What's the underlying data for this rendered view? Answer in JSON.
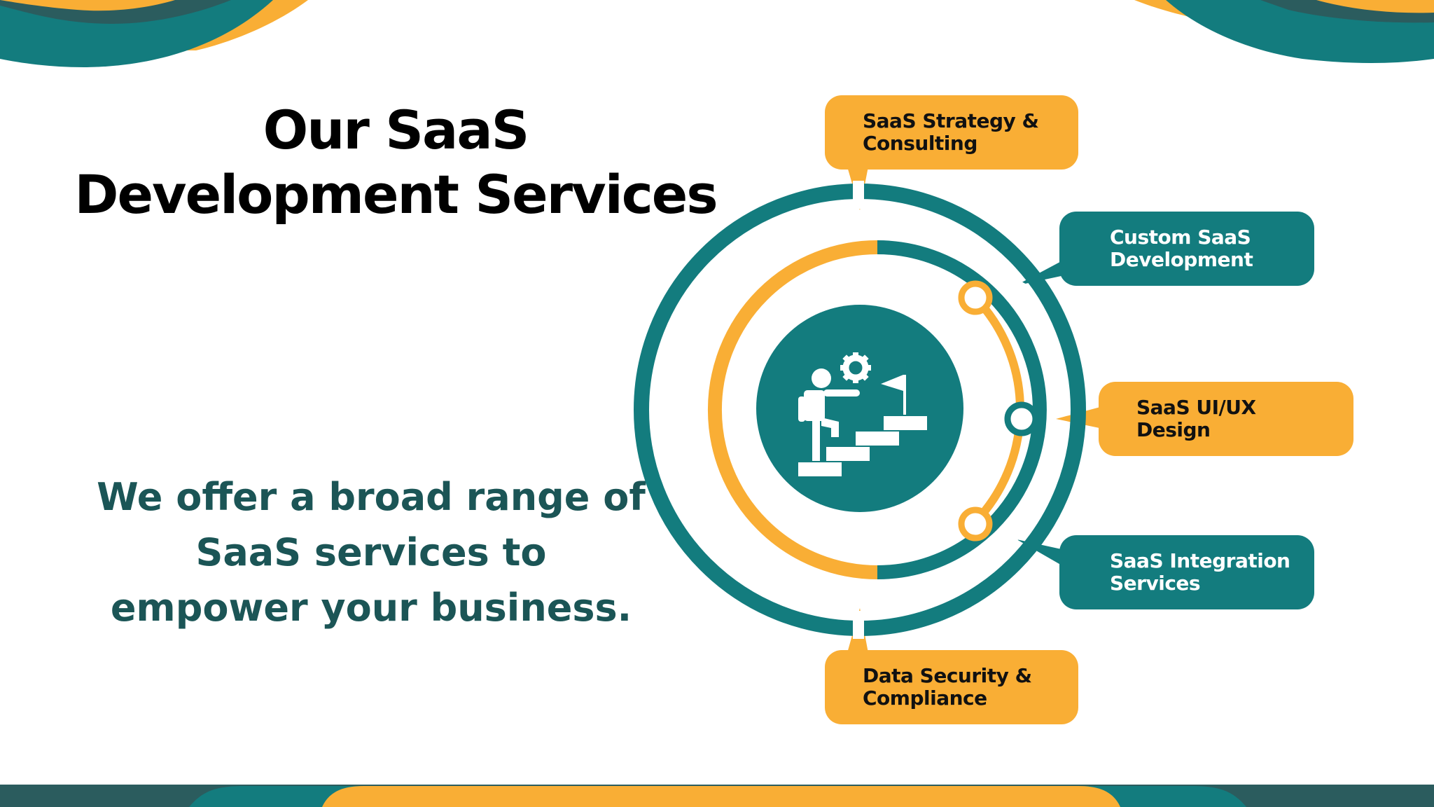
{
  "title": {
    "line1": "Our SaaS",
    "line2": "Development Services"
  },
  "tagline": {
    "line1": "We offer a broad range of",
    "line2": "SaaS services to",
    "line3": "empower your business."
  },
  "center_icon": "person-climbing-stairs-to-goal-icon",
  "services": [
    {
      "line1": "SaaS Strategy &",
      "line2": "Consulting"
    },
    {
      "line1": "Custom SaaS",
      "line2": "Development"
    },
    {
      "line1": "SaaS UI/UX",
      "line2": "Design"
    },
    {
      "line1": "SaaS Integration",
      "line2": "Services"
    },
    {
      "line1": "Data Security &",
      "line2": "Compliance"
    }
  ],
  "colors": {
    "teal": "#137c7e",
    "yellow": "#f9ae35",
    "dark_teal": "#2b5c5e",
    "tagline_text": "#1b5556"
  }
}
